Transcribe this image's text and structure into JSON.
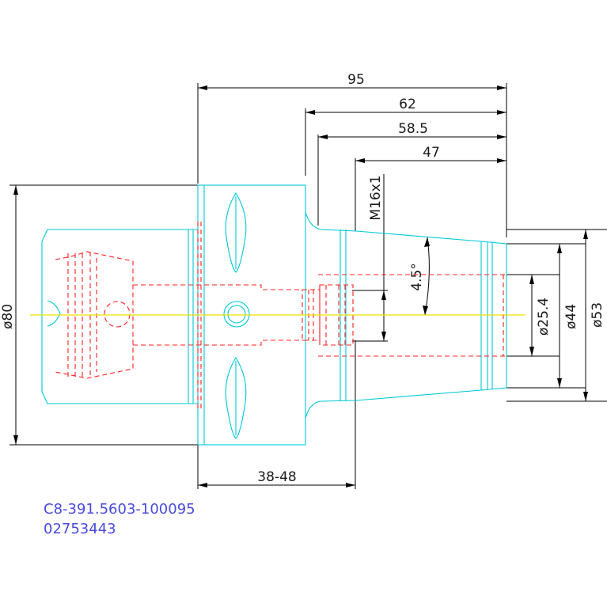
{
  "dimensions": {
    "overall_length": "95",
    "length_62": "62",
    "length_58_5": "58.5",
    "length_47": "47",
    "thread": "M16x1",
    "taper_angle": "4.5°",
    "dia_25_4": "ø25.4",
    "dia_44": "ø44",
    "dia_53": "ø53",
    "dia_80": "ø80",
    "gauge_range": "38-48"
  },
  "part": {
    "code": "C8-391.5603-100095",
    "number": "02753443"
  },
  "colors": {
    "outline": "#00c8d8",
    "hidden": "#ff2020",
    "centerline": "#f0e000",
    "part_text": "#4a4ae0"
  }
}
